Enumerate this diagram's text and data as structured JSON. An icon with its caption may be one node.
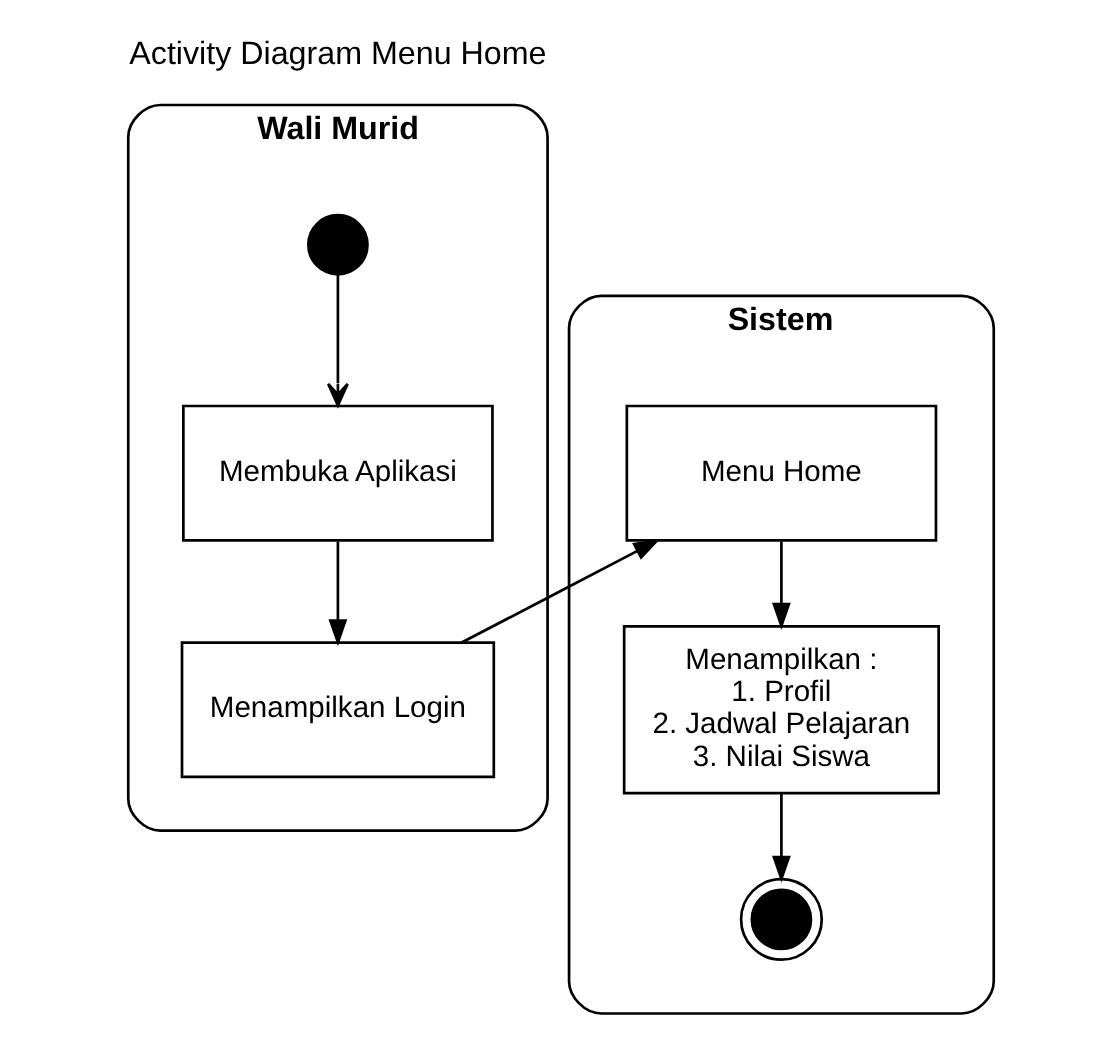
{
  "diagram": {
    "title": "Activity Diagram Menu Home",
    "nodes": [
      {
        "text": [
          "Wali Murid"
        ]
      },
      {
        "text": [
          "Sistem"
        ]
      },
      {
        "text": [],
        "shape": "circle",
        "in": 0
      },
      {
        "text": [
          "Membuka Aplikasi"
        ],
        "in": 0
      },
      {
        "text": [
          "Menampilkan Login"
        ],
        "in": 0
      },
      {
        "text": [
          "Menu Home"
        ],
        "in": 1
      },
      {
        "text": [
          "Menampilkan : 1. Profil 2. Jadwal Pelajaran 3. Nilai Siswa"
        ],
        "in": 1
      },
      {
        "text": [],
        "shape": "circle",
        "in": 1
      }
    ],
    "edges": [
      {
        "from": 2,
        "to": 3,
        "arrow": "to"
      },
      {
        "from": 3,
        "to": 4,
        "arrow": "to"
      },
      {
        "from": 4,
        "to": 5,
        "arrow": "to"
      },
      {
        "from": 5,
        "to": 6,
        "arrow": "to"
      },
      {
        "from": 6,
        "to": 7,
        "arrow": "to"
      }
    ]
  }
}
